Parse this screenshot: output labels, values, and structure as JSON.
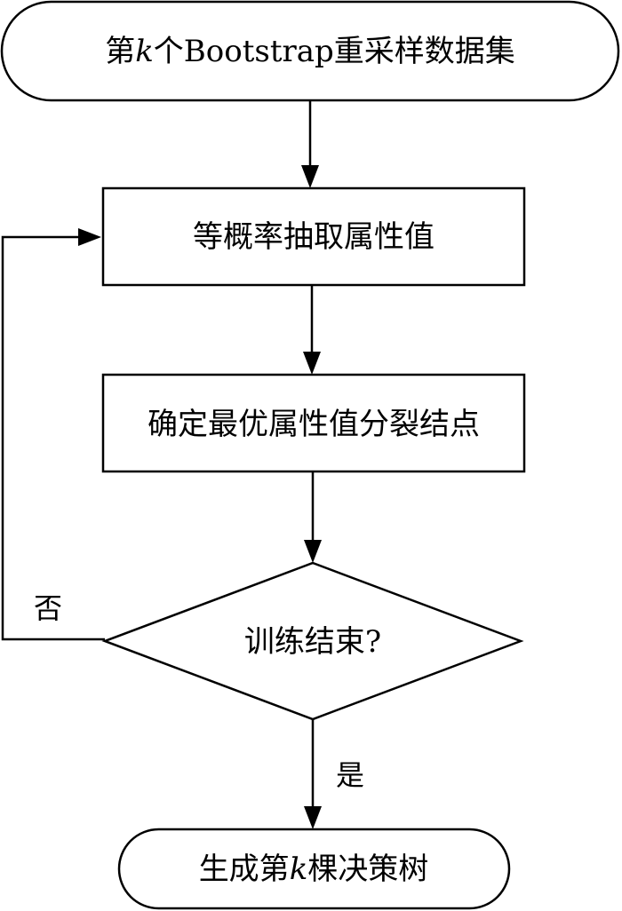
{
  "flowchart": {
    "start": {
      "prefix": "第",
      "k": "k",
      "suffix": "个Bootstrap重采样数据集"
    },
    "step1": "等概率抽取属性值",
    "step2": "确定最优属性值分裂结点",
    "decision": "训练结束?",
    "end": {
      "prefix": "生成第",
      "k": "k",
      "suffix": "棵决策树"
    },
    "edge_labels": {
      "no": "否",
      "yes": "是"
    },
    "colors": {
      "stroke": "#000000",
      "fill": "#ffffff"
    }
  }
}
